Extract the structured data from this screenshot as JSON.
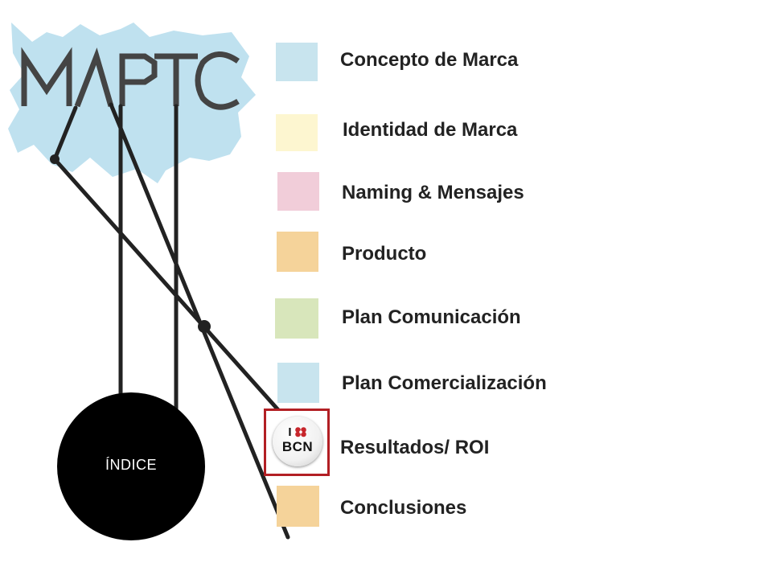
{
  "logo": {
    "text": "MAPTC"
  },
  "index_button": {
    "label": "ÍNDICE"
  },
  "menu": [
    {
      "label": "Concepto de Marca",
      "color": "#c8e4ee"
    },
    {
      "label": "Identidad de Marca",
      "color": "#fdf6d0"
    },
    {
      "label": "Naming & Mensajes",
      "color": "#f1cdd9"
    },
    {
      "label": "Producto",
      "color": "#f5d39a"
    },
    {
      "label": "Plan Comunicación",
      "color": "#d8e6bb"
    },
    {
      "label": "Plan Comercialización",
      "color": "#c8e4ee"
    },
    {
      "label": "Resultados/ ROI",
      "badge": {
        "line1": "I",
        "line2": "BCN",
        "icon": "heart-icon"
      },
      "highlight_color": "#b21f24"
    },
    {
      "label": "Conclusiones",
      "color": "#f5d39a"
    }
  ]
}
